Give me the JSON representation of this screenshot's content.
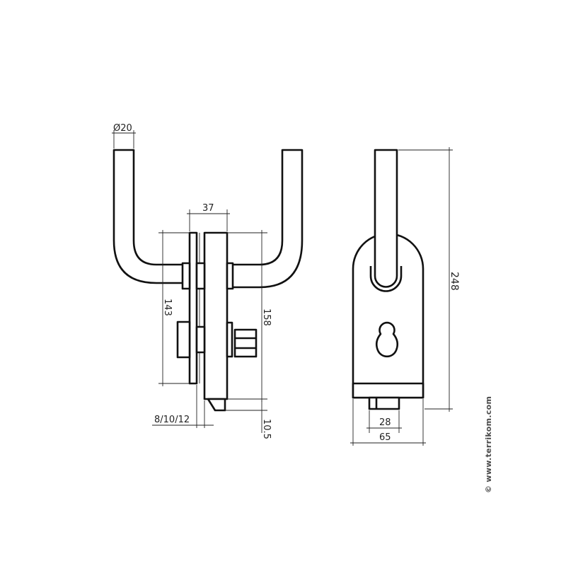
{
  "dimensions": {
    "diameter": "Ø20",
    "width_37": "37",
    "height_143": "143",
    "height_158": "158",
    "glass_thickness": "8/10/12",
    "offset_10_5": "10.5",
    "width_28": "28",
    "width_65": "65",
    "height_248": "248"
  },
  "watermark": "© www.terrikom.com",
  "colors": {
    "line": "#111111",
    "background": "#ffffff",
    "watermark": "#4a4a4a"
  }
}
